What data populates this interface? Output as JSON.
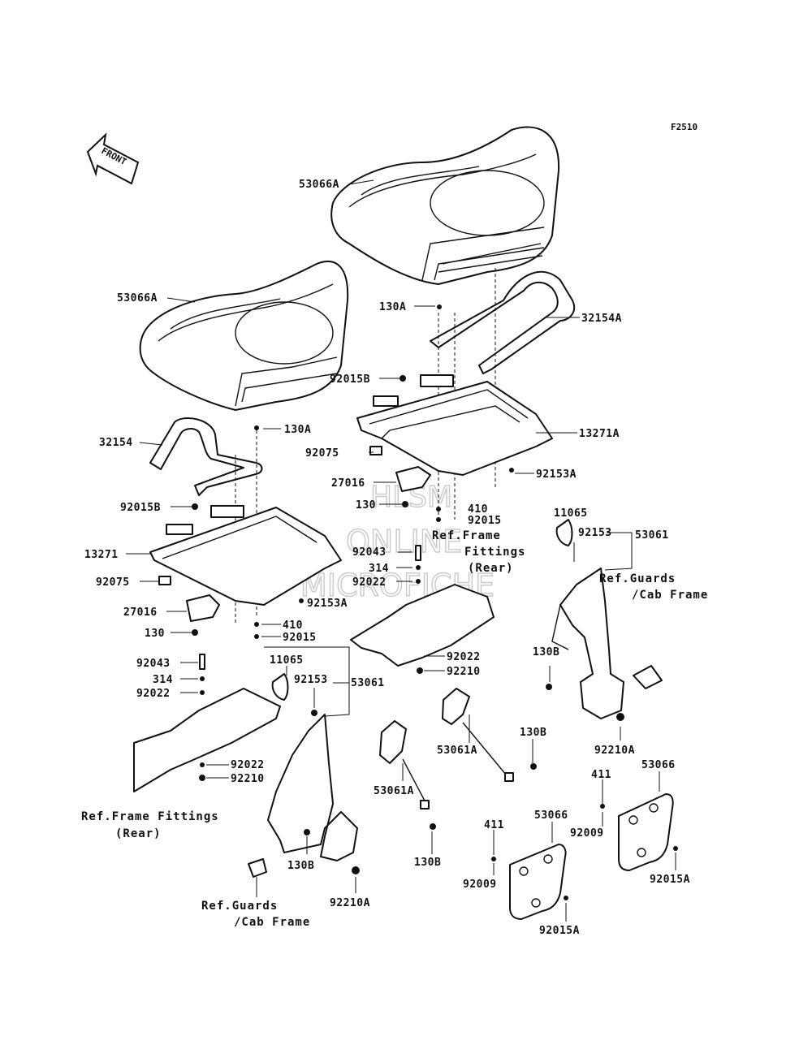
{
  "figure_code": "F2510",
  "front_label": "FRONT",
  "watermark": {
    "line1": "HLSM",
    "line2": "ONLINE",
    "line3": "MICROFICHE"
  },
  "labels": {
    "seat_right": "53066A",
    "seat_left": "53066A",
    "bolt_130A_top": "130A",
    "bar_32154A": "32154A",
    "nut_92015B_right": "92015B",
    "plate_13271A": "13271A",
    "block_92075_right": "92075",
    "nut_92153A_right": "92153A",
    "bracket_27016_right": "27016",
    "bolt_130_right": "130",
    "washer_410_right": "410",
    "nut_92015_right": "92015",
    "ref_frame_right_1": "Ref.Frame",
    "ref_frame_right_2": "Fittings",
    "ref_frame_right_3": "(Rear)",
    "cap_11065_right": "11065",
    "bolt_92153_right": "92153",
    "belt_53061_right": "53061",
    "ref_guards_right_1": "Ref.Guards",
    "ref_guards_right_2": "/Cab Frame",
    "bolt_92043_right": "92043",
    "spacer_314_right": "314",
    "washer_92022_right": "92022",
    "washer_92022_right_b": "92022",
    "nut_92210_right": "92210",
    "bolt_130B_right": "130B",
    "nut_92210A_right": "92210A",
    "buckle_53061A_right": "53061A",
    "bolt_130B_right_b": "130B",
    "bar_32154": "32154",
    "bolt_130A_left": "130A",
    "nut_92015B_left": "92015B",
    "plate_13271": "13271",
    "block_92075_left": "92075",
    "bracket_27016_left": "27016",
    "bolt_130_left": "130",
    "nut_92153A_left": "92153A",
    "washer_410_left": "410",
    "nut_92015_left": "92015",
    "bolt_92043_left": "92043",
    "spacer_314_left": "314",
    "washer_92022_left": "92022",
    "cap_11065_left": "11065",
    "bolt_92153_left": "92153",
    "belt_53061_left": "53061",
    "washer_92022_left_b": "92022",
    "nut_92210_left": "92210",
    "ref_frame_left_1": "Ref.Frame Fittings",
    "ref_frame_left_2": "(Rear)",
    "buckle_53061A_left": "53061A",
    "bolt_130B_left": "130B",
    "bolt_130B_left_b": "130B",
    "nut_92210A_left": "92210A",
    "ref_guards_left_1": "Ref.Guards",
    "ref_guards_left_2": "/Cab Frame",
    "pad_53066_right": "53066",
    "screw_411_right": "411",
    "nut_92009_right": "92009",
    "nut_92015A_right": "92015A",
    "pad_53066_left": "53066",
    "screw_411_left": "411",
    "nut_92009_left": "92009",
    "nut_92015A_left": "92015A"
  }
}
